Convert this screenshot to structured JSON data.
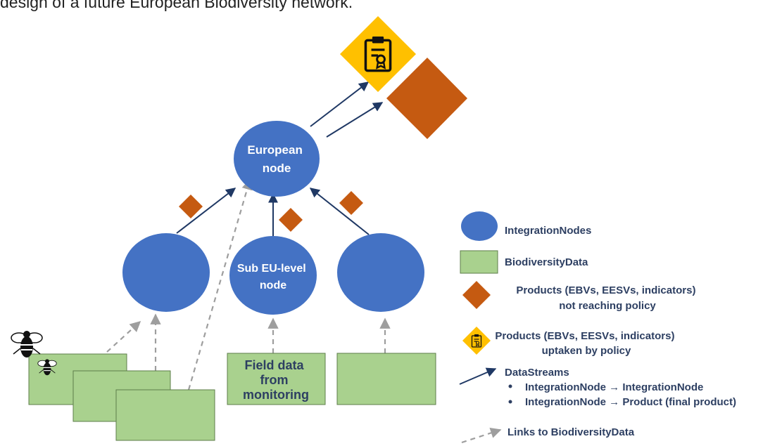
{
  "caption": "design of a future European Biodiversity network.",
  "colors": {
    "node": "#4472c4",
    "data_fill": "#a9d18e",
    "data_stroke": "#5d7d4a",
    "product": "#c55a11",
    "policy_bg": "#ffc000",
    "stream": "#1f3864",
    "link": "#9e9e9e",
    "text": "#2d3f62"
  },
  "nodes": {
    "european": [
      "European",
      "node"
    ],
    "sub_eu": [
      "Sub EU-level",
      "node"
    ]
  },
  "data_boxes": {
    "field_data": [
      "Field data",
      "from",
      "monitoring"
    ]
  },
  "legend": {
    "integration_nodes": "IntegrationNodes",
    "biodiversity_data": "BiodiversityData",
    "products_not_policy": [
      "Products (EBVs, EESVs, indicators)",
      "not reaching policy"
    ],
    "products_policy": [
      "Products (EBVs, EESVs, indicators)",
      "uptaken by policy"
    ],
    "datastreams": {
      "title": "DataStreams",
      "items": [
        "IntegrationNode → IntegrationNode",
        "IntegrationNode → Product (final product)"
      ]
    },
    "links": "Links to BiodiversityData"
  },
  "icons": {
    "policy_product": "certificate-icon",
    "bees": "bee-icon"
  }
}
